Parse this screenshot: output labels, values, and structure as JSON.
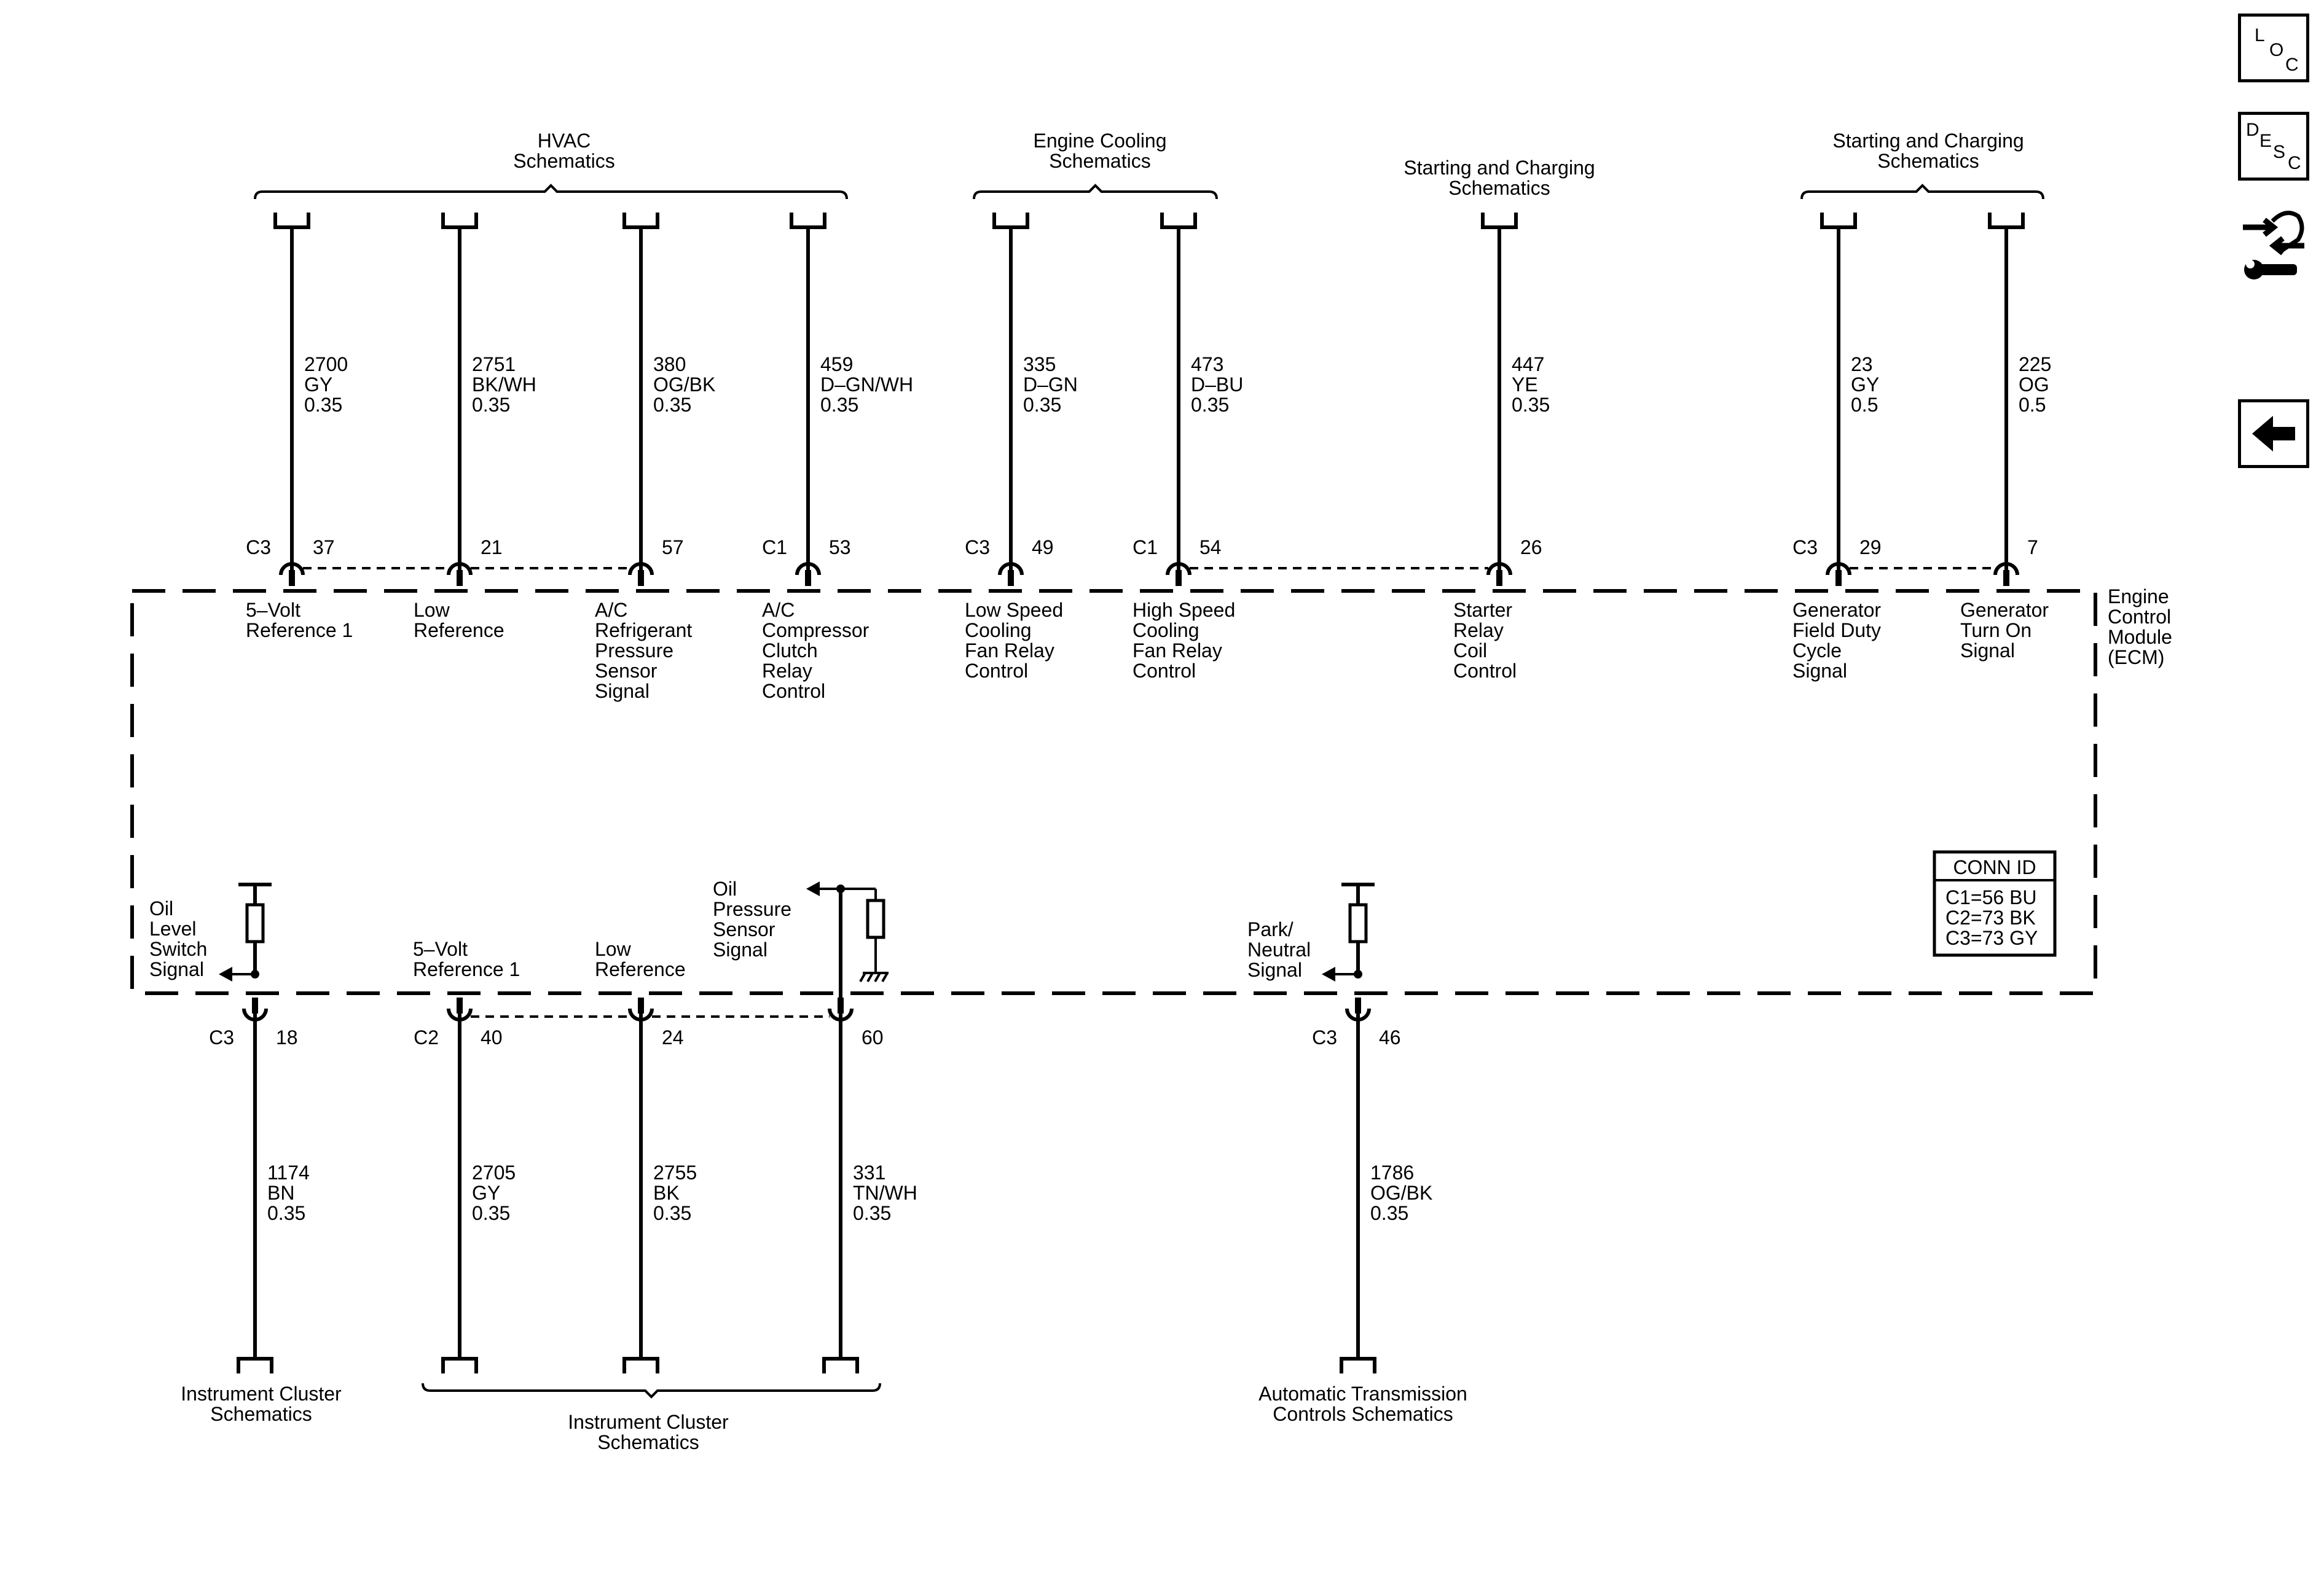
{
  "diagram": {
    "module_name": [
      "Engine",
      "Control",
      "Module",
      "(ECM)"
    ],
    "conn_id": {
      "title": "CONN ID",
      "rows": [
        "C1=56 BU",
        "C2=73 BK",
        "C3=73 GY"
      ]
    },
    "top_destinations": [
      {
        "id": "hvac",
        "lines": [
          "HVAC",
          "Schematics"
        ]
      },
      {
        "id": "cooling",
        "lines": [
          "Engine Cooling",
          "Schematics"
        ]
      },
      {
        "id": "starting",
        "lines": [
          "Starting and Charging",
          "Schematics"
        ]
      },
      {
        "id": "charging",
        "lines": [
          "Starting and Charging",
          "Schematics"
        ]
      }
    ],
    "bottom_destinations": [
      {
        "id": "ipc-single",
        "lines": [
          "Instrument Cluster",
          "Schematics"
        ]
      },
      {
        "id": "ipc-group",
        "lines": [
          "Instrument Cluster",
          "Schematics"
        ]
      },
      {
        "id": "trans",
        "lines": [
          "Automatic Transmission",
          "Controls Schematics"
        ]
      }
    ],
    "top_circuits": [
      {
        "connector": "C3",
        "pin": "37",
        "circuit": [
          "2700",
          "GY",
          "0.35"
        ],
        "label": [
          "5–Volt",
          "Reference 1"
        ]
      },
      {
        "connector": "",
        "pin": "21",
        "circuit": [
          "2751",
          "BK/WH",
          "0.35"
        ],
        "label": [
          "Low",
          "Reference"
        ]
      },
      {
        "connector": "",
        "pin": "57",
        "circuit": [
          "380",
          "OG/BK",
          "0.35"
        ],
        "label": [
          "A/C",
          "Refrigerant",
          "Pressure",
          "Sensor",
          "Signal"
        ]
      },
      {
        "connector": "C1",
        "pin": "53",
        "circuit": [
          "459",
          "D–GN/WH",
          "0.35"
        ],
        "label": [
          "A/C",
          "Compressor",
          "Clutch",
          "Relay",
          "Control"
        ]
      },
      {
        "connector": "C3",
        "pin": "49",
        "circuit": [
          "335",
          "D–GN",
          "0.35"
        ],
        "label": [
          "Low Speed",
          "Cooling",
          "Fan Relay",
          "Control"
        ]
      },
      {
        "connector": "C1",
        "pin": "54",
        "circuit": [
          "473",
          "D–BU",
          "0.35"
        ],
        "label": [
          "High Speed",
          "Cooling",
          "Fan Relay",
          "Control"
        ]
      },
      {
        "connector": "",
        "pin": "26",
        "circuit": [
          "447",
          "YE",
          "0.35"
        ],
        "label": [
          "Starter",
          "Relay",
          "Coil",
          "Control"
        ]
      },
      {
        "connector": "C3",
        "pin": "29",
        "circuit": [
          "23",
          "GY",
          "0.5"
        ],
        "label": [
          "Generator",
          "Field Duty",
          "Cycle",
          "Signal"
        ]
      },
      {
        "connector": "",
        "pin": "7",
        "circuit": [
          "225",
          "OG",
          "0.5"
        ],
        "label": [
          "Generator",
          "Turn On",
          "Signal"
        ]
      }
    ],
    "bottom_circuits": [
      {
        "connector": "C3",
        "pin": "18",
        "circuit": [
          "1174",
          "BN",
          "0.35"
        ],
        "label": [
          "Oil",
          "Level",
          "Switch",
          "Signal"
        ]
      },
      {
        "connector": "C2",
        "pin": "40",
        "circuit": [
          "2705",
          "GY",
          "0.35"
        ],
        "label": [
          "5–Volt",
          "Reference 1"
        ]
      },
      {
        "connector": "",
        "pin": "24",
        "circuit": [
          "2755",
          "BK",
          "0.35"
        ],
        "label": [
          "Low",
          "Reference"
        ]
      },
      {
        "connector": "",
        "pin": "60",
        "circuit": [
          "331",
          "TN/WH",
          "0.35"
        ],
        "label": [
          "Oil",
          "Pressure",
          "Sensor",
          "Signal"
        ]
      },
      {
        "connector": "C3",
        "pin": "46",
        "circuit": [
          "1786",
          "OG/BK",
          "0.35"
        ],
        "label": [
          "Park/",
          "Neutral",
          "Signal"
        ]
      }
    ]
  },
  "nav": {
    "loc": [
      "L",
      "O",
      "C"
    ],
    "desc": [
      "D",
      "E",
      "S",
      "C"
    ],
    "tool_icon": "wrench-arrows-icon",
    "back_icon": "left-arrow-icon"
  }
}
